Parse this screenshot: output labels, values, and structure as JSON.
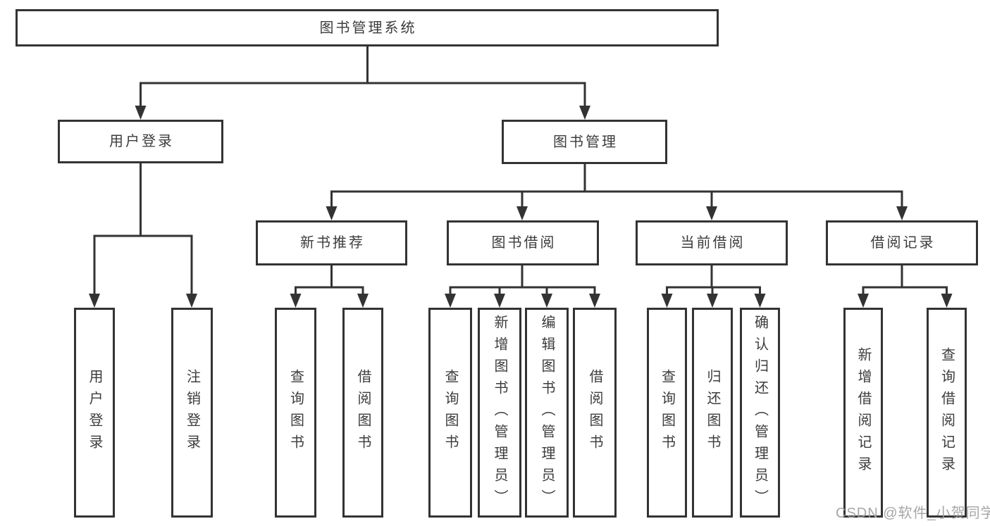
{
  "diagram": {
    "nodes": {
      "root": "图书管理系统",
      "user_login": "用户登录",
      "book_management": "图书管理",
      "new_book_recommend": "新书推荐",
      "book_borrow": "图书借阅",
      "current_borrow": "当前借阅",
      "borrow_record": "借阅记录",
      "ul_user_login": "用户登录",
      "ul_logout": "注销登录",
      "nb_query_book": "查询图书",
      "nb_borrow_book": "借阅图书",
      "bb_query_book": "查询图书",
      "bb_add_book": "新增图书（管理员）",
      "bb_edit_book": "编辑图书（管理员）",
      "bb_borrow_book": "借阅图书",
      "cb_query_book": "查询图书",
      "cb_return_book": "归还图书",
      "cb_confirm_return": "确认归还（管理员）",
      "br_add_record": "新增借阅记录",
      "br_query_record": "查询借阅记录"
    },
    "colors": {
      "line": "#333333",
      "box_border": "#333333",
      "box_fill": "#ffffff",
      "text": "#3c3c3c",
      "watermark": "#9e9ea2"
    }
  },
  "watermark": "CSDN @软件_小贺同学"
}
